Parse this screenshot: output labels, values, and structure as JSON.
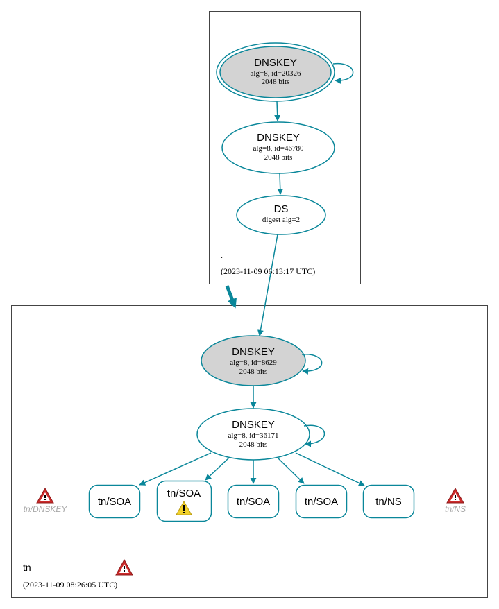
{
  "colors": {
    "edge": "#0a879a",
    "ksk_fill": "#d3d3d3",
    "warning_red": "#cc2b2b",
    "warning_yellow": "#f3d22b",
    "muted_text": "#a8a8a8"
  },
  "root_zone": {
    "name": ".",
    "timestamp": "(2023-11-09 06:13:17 UTC)",
    "ksk": {
      "title": "DNSKEY",
      "line1": "alg=8, id=20326",
      "line2": "2048 bits"
    },
    "zsk": {
      "title": "DNSKEY",
      "line1": "alg=8, id=46780",
      "line2": "2048 bits"
    },
    "ds": {
      "title": "DS",
      "line1": "digest alg=2"
    }
  },
  "tn_zone": {
    "name": "tn",
    "timestamp": "(2023-11-09 08:26:05 UTC)",
    "ksk": {
      "title": "DNSKEY",
      "line1": "alg=8, id=8629",
      "line2": "2048 bits"
    },
    "zsk": {
      "title": "DNSKEY",
      "line1": "alg=8, id=36171",
      "line2": "2048 bits"
    },
    "records": [
      {
        "label": "tn/SOA"
      },
      {
        "label": "tn/SOA"
      },
      {
        "label": "tn/SOA"
      },
      {
        "label": "tn/SOA"
      },
      {
        "label": "tn/NS"
      }
    ],
    "missing_left": "tn/DNSKEY",
    "missing_right": "tn/NS"
  }
}
